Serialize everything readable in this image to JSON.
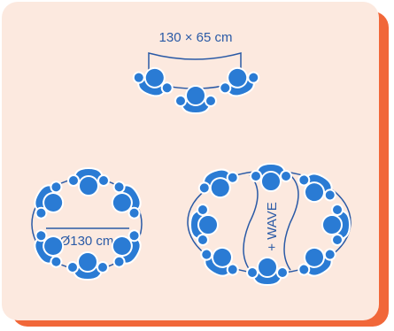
{
  "colors": {
    "background": "#fce9df",
    "shadow": "#f16739",
    "accent": "#2a5aa6",
    "seat": "#2a7bd4",
    "seat_outline": "#ffffff"
  },
  "tables": [
    {
      "id": "rectangle",
      "label": "130 × 65 cm",
      "seats": 3
    },
    {
      "id": "round",
      "label": "Ø130 cm",
      "seats": 6
    },
    {
      "id": "wave",
      "label": "+ WAVE",
      "seats": 8
    }
  ],
  "icons": {
    "seat": "person-seat-icon"
  }
}
